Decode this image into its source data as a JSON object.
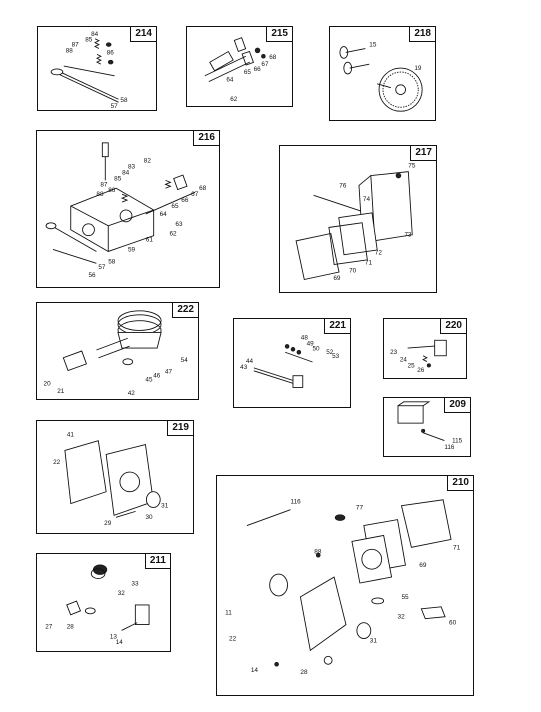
{
  "panels": {
    "p214": {
      "number": "214",
      "labels": [
        "84",
        "85",
        "87",
        "88",
        "86",
        "58",
        "57"
      ]
    },
    "p215": {
      "number": "215",
      "labels": [
        "68",
        "67",
        "66",
        "65",
        "64",
        "62"
      ]
    },
    "p218": {
      "number": "218",
      "labels": [
        "15",
        "19"
      ]
    },
    "p216": {
      "number": "216",
      "labels": [
        "83",
        "82",
        "84",
        "85",
        "87",
        "86",
        "88",
        "66",
        "65",
        "64",
        "67",
        "68",
        "63",
        "62",
        "61",
        "59",
        "58",
        "57",
        "56"
      ]
    },
    "p217": {
      "number": "217",
      "labels": [
        "75",
        "76",
        "74",
        "73",
        "72",
        "71",
        "70",
        "69"
      ]
    },
    "p222": {
      "number": "222",
      "labels": [
        "54",
        "47",
        "46",
        "45",
        "42",
        "20",
        "21"
      ]
    },
    "p221": {
      "number": "221",
      "labels": [
        "48",
        "49",
        "50",
        "52",
        "53",
        "44",
        "43"
      ]
    },
    "p220": {
      "number": "220",
      "labels": [
        "23",
        "24",
        "25",
        "26"
      ]
    },
    "p209": {
      "number": "209",
      "labels": [
        "115",
        "116"
      ]
    },
    "p219": {
      "number": "219",
      "labels": [
        "41",
        "22",
        "31",
        "30",
        "29"
      ]
    },
    "p211": {
      "number": "211",
      "labels": [
        "33",
        "32",
        "27",
        "28",
        "13",
        "14"
      ]
    },
    "p210": {
      "number": "210",
      "labels": [
        "116",
        "77",
        "71",
        "69",
        "88",
        "55",
        "11",
        "32",
        "60",
        "22",
        "31",
        "14",
        "28"
      ]
    }
  }
}
